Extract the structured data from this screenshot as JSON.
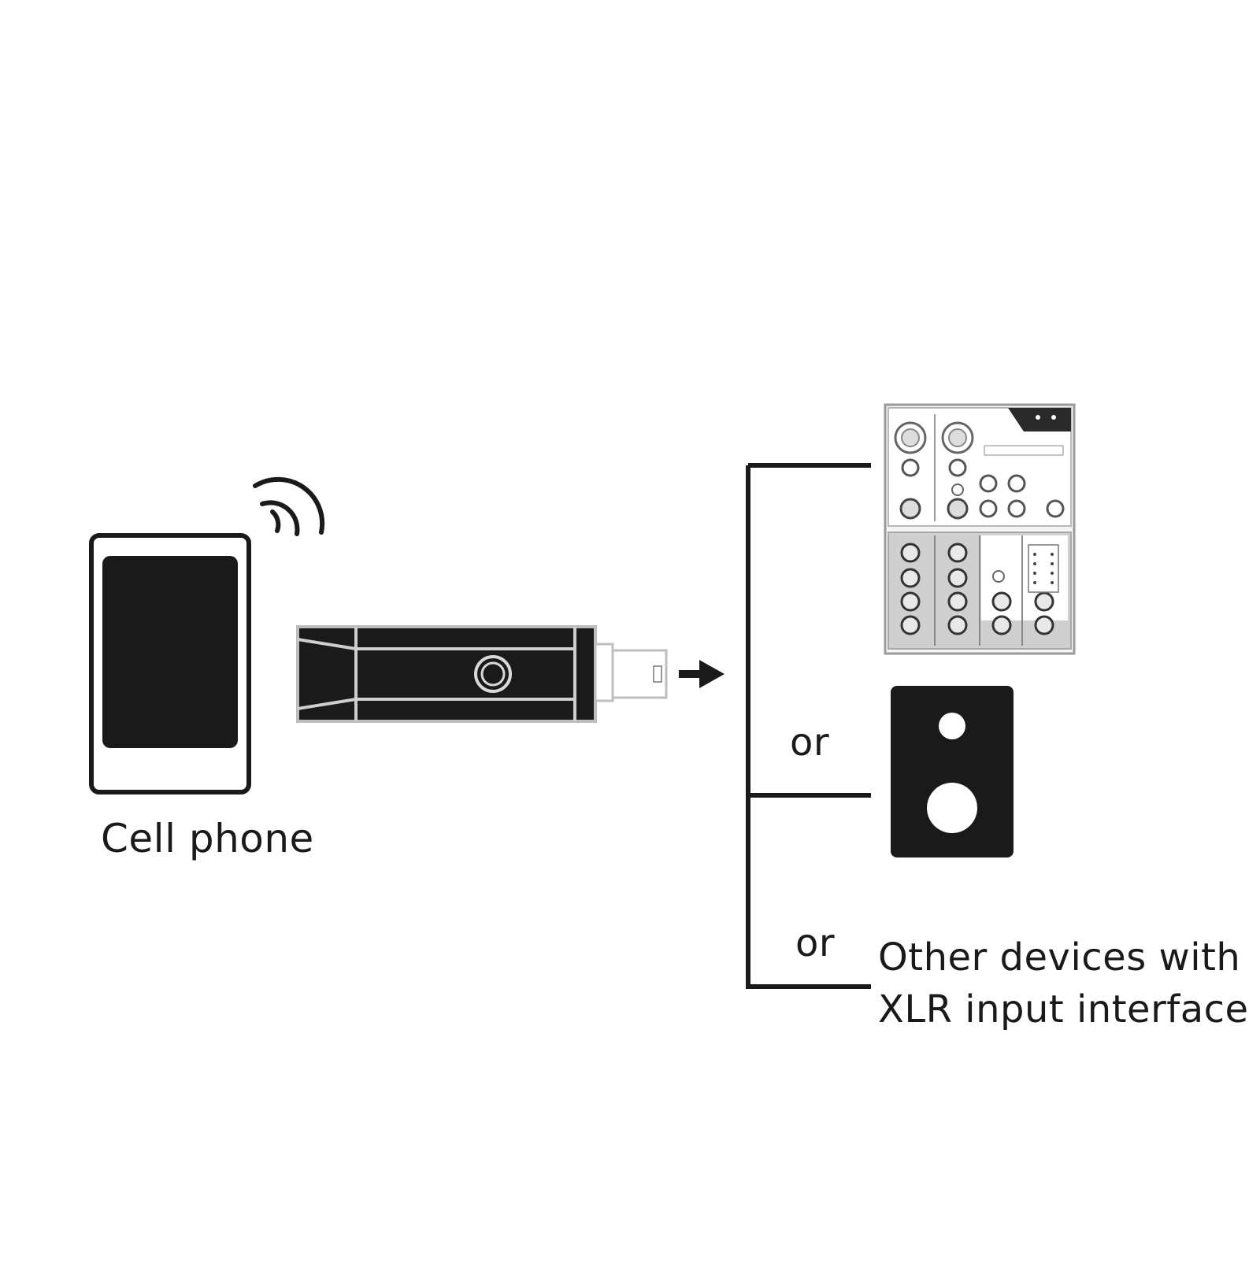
{
  "labels": {
    "cell_phone": "Cell phone",
    "or_1": "or",
    "or_2": "or",
    "other_devices_line1": "Other devices with",
    "other_devices_line2": "XLR input interface"
  },
  "icons": {
    "phone": "mobile-phone-icon",
    "wireless": "wireless-signal-icon",
    "transmitter": "xlr-receiver-dongle-icon",
    "arrow": "right-arrow-icon",
    "mixer": "audio-mixer-icon",
    "speaker": "speaker-icon"
  },
  "colors": {
    "ink": "#1a1a1a",
    "background": "#ffffff",
    "panel_gray": "#cfcfcf"
  }
}
